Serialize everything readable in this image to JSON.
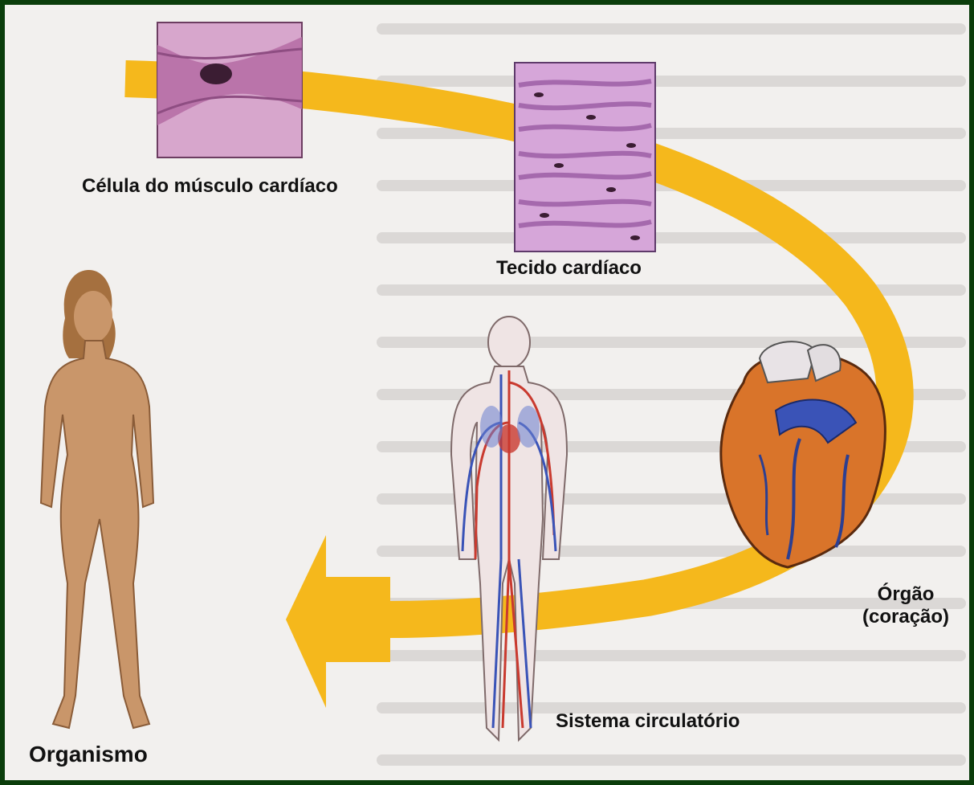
{
  "diagram": {
    "labels": {
      "cell": "Célula do músculo cardíaco",
      "tissue": "Tecido cardíaco",
      "organ_line1": "Órgão",
      "organ_line2": "(coração)",
      "system": "Sistema circulatório",
      "organism": "Organismo"
    },
    "colors": {
      "frame": "#0b3d0b",
      "page": "#f2f0ee",
      "arrow": "#f5b81c",
      "cell": "#b76fa6",
      "tissue": "#c98ac9",
      "heart": "#d9742a",
      "vessels": "#3a53b7",
      "skin": "#c9966a"
    }
  }
}
